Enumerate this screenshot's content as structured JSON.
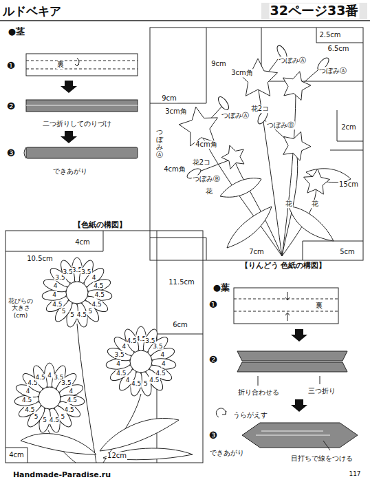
{
  "diagram": {
    "title": "ルドベキア",
    "labels": [
      "32ページ33番",
      "●茎",
      "❶",
      "裏",
      "❷",
      "二つ折りしてのりづけ",
      "❸",
      "できあがり",
      "2.5cm",
      "6.5cm",
      "つぼみⒶ",
      "9cm",
      "3cm角",
      "つぼみⒶ",
      "花2コ",
      "9cm",
      "3cm角",
      "つぼみⒶ",
      "つぼみⒷ",
      "2cm",
      "つぼみⒶ",
      "4cm角",
      "花2コ",
      "4cm角",
      "つぼみⒷ",
      "花",
      "15cm",
      "花",
      "花",
      "7cm",
      "5cm",
      "【りんどう 色紙の構図】",
      "【色紙の構図】",
      "4cm",
      "10.5cm",
      "11.5cm",
      "6cm",
      "花びらの大きさ (cm)",
      "4cm",
      "12cm",
      "3.5",
      "3.5",
      "4",
      "4.5",
      "4.5",
      "4.5",
      "5",
      "4.5",
      "5",
      "5",
      "4.5",
      "4",
      "4",
      "3.5",
      "3.5",
      "4.5",
      "3.5",
      "3.5",
      "4",
      "4",
      "4.5",
      "4.5",
      "5",
      "4.5",
      "4",
      "4.5",
      "4",
      "3.5",
      "4",
      "4.5",
      "4",
      "3.5",
      "3.5",
      "4",
      "4.5",
      "4.5",
      "5",
      "4.5",
      "5",
      "5",
      "4.5",
      "4.5",
      "4",
      "4.5",
      "4.5",
      "●葉",
      "❶",
      "裏",
      "❷",
      "折り合わせる",
      "三つ折り",
      "うらがえす",
      "❸",
      "できあがり",
      "目打ちで線をつける",
      "Handmade-Paradise.ru",
      "117"
    ]
  }
}
